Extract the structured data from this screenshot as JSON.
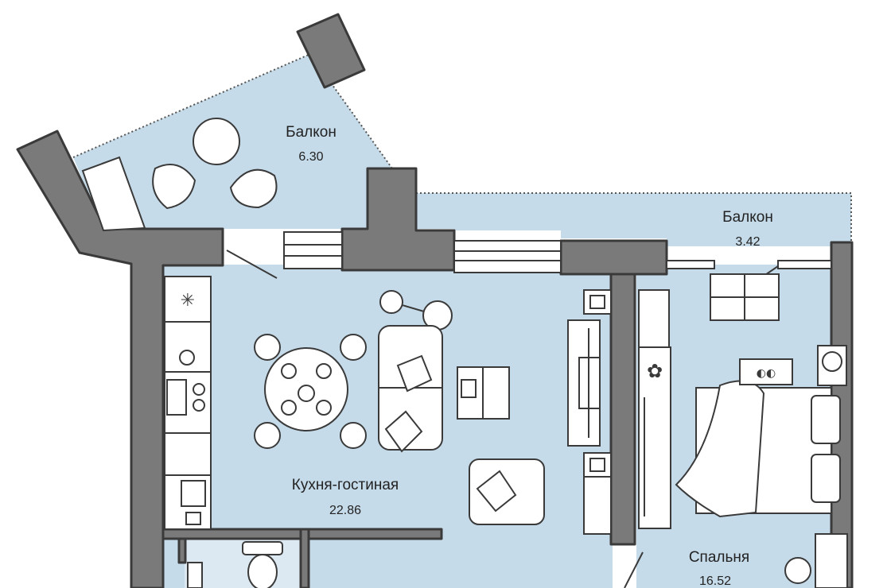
{
  "colors": {
    "floor": "#c6dbe9",
    "wall": "#7a7a7a",
    "outline": "#3a3a3a",
    "bathroom_tile": "#dde9f2"
  },
  "rooms": {
    "balcony_large": {
      "name": "Балкон",
      "area": "6.30"
    },
    "balcony_small": {
      "name": "Балкон",
      "area": "3.42"
    },
    "kitchen_living": {
      "name": "Кухня-гостиная",
      "area": "22.86"
    },
    "bedroom": {
      "name": "Спальня",
      "area": "16.52"
    }
  },
  "icons": [
    "snowflake-icon",
    "faucet-icon",
    "stove-icon",
    "plant-icon",
    "slippers-icon",
    "fan-icon",
    "toilet-icon"
  ]
}
